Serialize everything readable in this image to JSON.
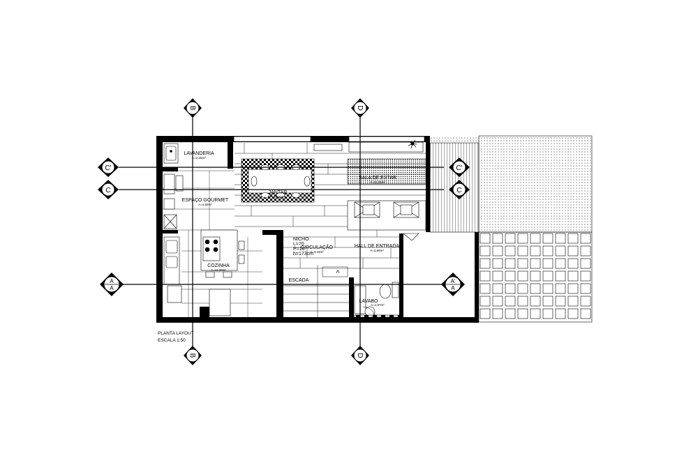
{
  "rooms": {
    "lavanderia": {
      "name": "LAVANDERIA",
      "area": "A=2,25m²"
    },
    "gourmet": {
      "name": "ESPAÇO GOURMET",
      "area": "A=4,92m²"
    },
    "cozinha": {
      "name": "COZINHA",
      "area": "A=11,20m²"
    },
    "jantar": {
      "name": "JANTAR",
      "area": "A=10,00m²"
    },
    "estar": {
      "name": "SALA DE ESTAR",
      "area": "A=11,15m²"
    },
    "circulacao": {
      "name": "CIRCULAÇÃO",
      "area": "A=3,23m²"
    },
    "hall": {
      "name": "HALL DE ENTRADA",
      "area": "A=2,90m²"
    },
    "lavabo": {
      "name": "LAVABO",
      "area": "A=1,97m²"
    },
    "escada": {
      "name": "ESCADA"
    }
  },
  "nicho": {
    "title": "NICHO",
    "l": "L=70",
    "p": "P=10",
    "h": "h=173cm"
  },
  "stair_arrow": "^",
  "sections": {
    "b": "B",
    "d": "D",
    "c": "C",
    "c_prime": "C'",
    "a_top": "A",
    "a_bottom": "A",
    "a_prime": "A'",
    "a_prime_bottom": "A"
  },
  "title_block": {
    "line1": "PLANTA LAYOUT",
    "line2": "ESCALA 1:50"
  },
  "colors": {
    "ink": "#000000",
    "paper": "#ffffff"
  }
}
